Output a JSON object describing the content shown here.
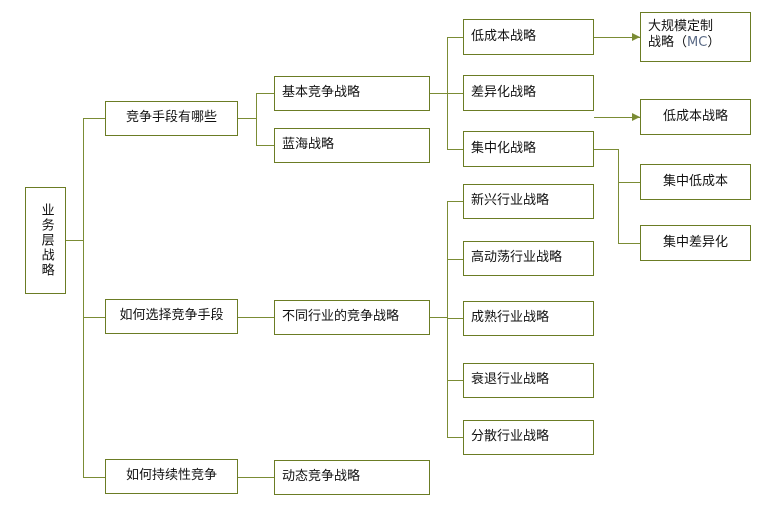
{
  "diagram": {
    "title_node": {
      "label": "业务层战略"
    },
    "level2": [
      {
        "label": "竞争手段有哪些"
      },
      {
        "label": "如何选择竞争手段"
      },
      {
        "label": "如何持续性竞争"
      }
    ],
    "level3": [
      {
        "label": "基本竞争战略"
      },
      {
        "label": "蓝海战略"
      },
      {
        "label": "不同行业的竞争战略"
      },
      {
        "label": "动态竞争战略"
      }
    ],
    "level4_basic": [
      {
        "label": "低成本战略"
      },
      {
        "label": "差异化战略"
      },
      {
        "label": "集中化战略"
      }
    ],
    "level4_industry": [
      {
        "label": "新兴行业战略"
      },
      {
        "label": "高动荡行业战略"
      },
      {
        "label": "成熟行业战略"
      },
      {
        "label": "衰退行业战略"
      },
      {
        "label": "分散行业战略"
      }
    ],
    "level5": [
      {
        "label_line1": "大规模定制",
        "label_line2_pre": "战略（",
        "label_line2_mc": "MC",
        "label_line2_post": "）"
      },
      {
        "label": "低成本战略"
      },
      {
        "label": "集中低成本"
      },
      {
        "label": "集中差异化"
      }
    ],
    "colors": {
      "border": "#6b7c24",
      "connector": "#7b8c35",
      "text": "#111111",
      "accent_mc": "#5b6b86",
      "background": "#ffffff"
    }
  }
}
